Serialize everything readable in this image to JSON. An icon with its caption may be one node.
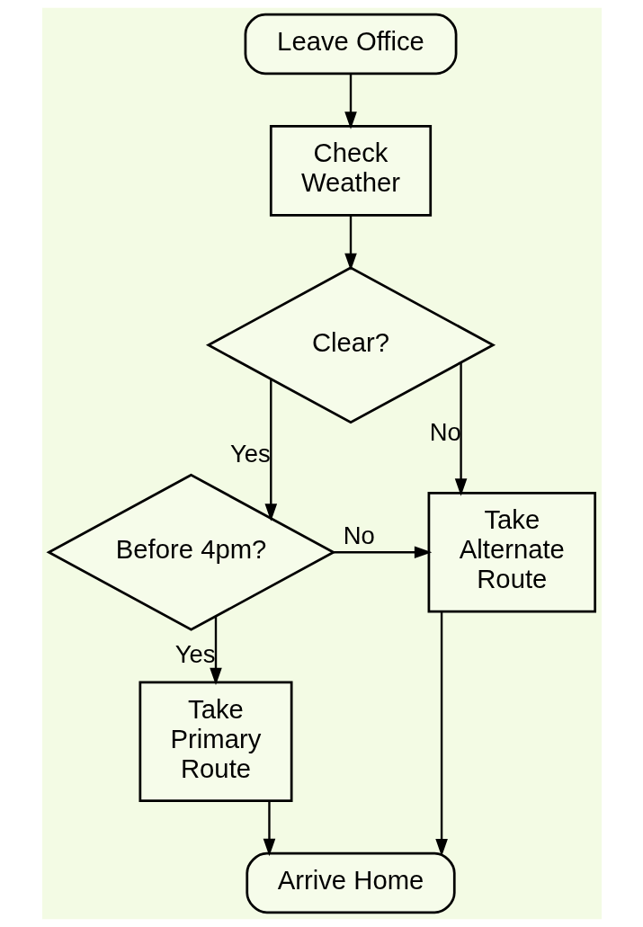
{
  "diagram": {
    "nodes": [
      {
        "text": [
          "Leave Office"
        ]
      },
      {
        "text": [
          "Check Weather"
        ]
      },
      {
        "text": [
          "Clear?"
        ]
      },
      {
        "text": [
          "Before 4pm?"
        ]
      },
      {
        "text": [
          "Take Alternate Route"
        ]
      },
      {
        "text": [
          "Take Primary Route"
        ]
      },
      {
        "text": [
          "Arrive Home"
        ]
      }
    ],
    "edges": [
      {
        "from": 0,
        "to": 1,
        "arrow": "to"
      },
      {
        "from": 1,
        "to": 2,
        "arrow": "to"
      },
      {
        "from": 2,
        "to": 4,
        "label": "No",
        "arrow": "to"
      },
      {
        "from": 2,
        "to": 3,
        "label": "Yes",
        "arrow": "to"
      },
      {
        "from": 3,
        "to": 4,
        "label": "No",
        "arrow": "to"
      },
      {
        "from": 3,
        "to": 5,
        "label": "Yes",
        "arrow": "to"
      },
      {
        "from": 5,
        "to": 6,
        "arrow": "to"
      },
      {
        "from": 4,
        "to": 6,
        "arrow": "to"
      }
    ]
  }
}
